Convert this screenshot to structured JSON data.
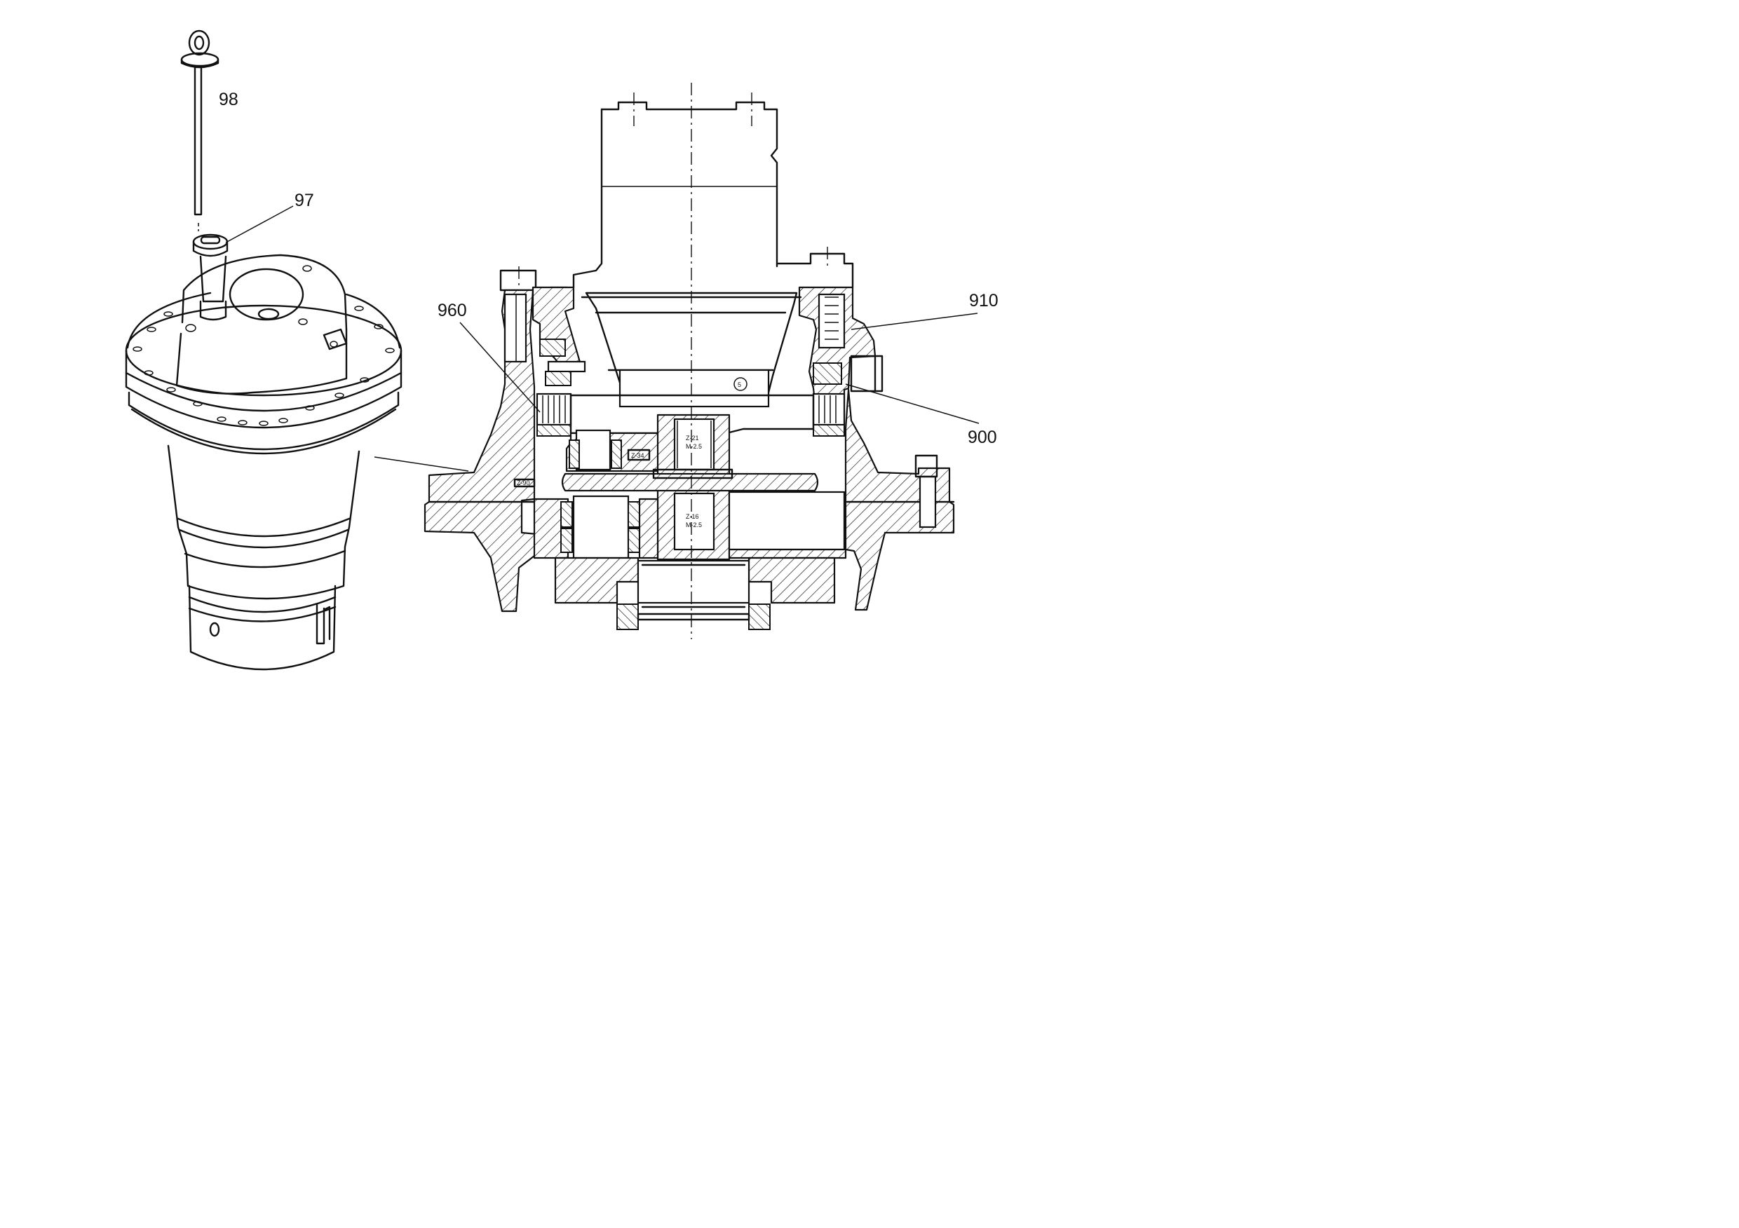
{
  "callouts": {
    "dipstick": "98",
    "filler_tube": "97",
    "item_960": "960",
    "item_910": "910",
    "item_900": "900"
  },
  "gear_labels": {
    "upper_gear_teeth": "Z-21",
    "upper_gear_module": "M-2.5",
    "lower_gear_teeth": "Z-16",
    "lower_gear_module": "M-2.5",
    "ring_gear": "Z-90",
    "planet_gear": "Z-34",
    "circle_mark": "5"
  }
}
